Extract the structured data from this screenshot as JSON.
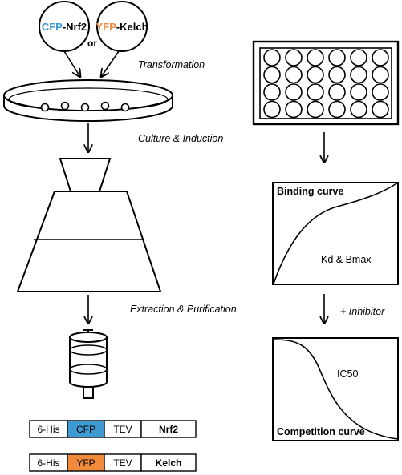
{
  "plasmids": {
    "cfp": {
      "tag": "CFP",
      "name": "-Nrf2"
    },
    "connector": "or",
    "yfp": {
      "tag": "YFP",
      "name": "-Kelch"
    }
  },
  "steps": {
    "transformation": "Transformation",
    "culture": "Culture & Induction",
    "extraction": "Extraction & Purification",
    "inhibitor": "+ Inhibitor"
  },
  "binding_plot": {
    "title": "Binding curve",
    "annotation": "Kd & Bmax"
  },
  "competition_plot": {
    "title": "Competition curve",
    "annotation": "IC50"
  },
  "constructs": [
    {
      "his": "6-His",
      "fp": "CFP",
      "tev": "TEV",
      "protein": "Nrf2"
    },
    {
      "his": "6-His",
      "fp": "YFP",
      "tev": "TEV",
      "protein": "Kelch"
    }
  ],
  "colors": {
    "cfp": "#3d9bd1",
    "yfp": "#f08b3c",
    "stroke": "#000000"
  },
  "wellplate": {
    "rows": 4,
    "cols": 6
  },
  "dish_colonies": 5
}
